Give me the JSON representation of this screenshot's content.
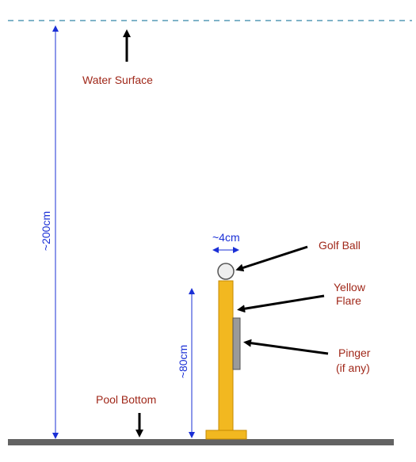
{
  "labels": {
    "water_surface": "Water Surface",
    "pool_bottom": "Pool Bottom",
    "golf_ball": "Golf Ball",
    "yellow_flare_line1": "Yellow",
    "yellow_flare_line2": "Flare",
    "pinger_line1": "Pinger",
    "pinger_line2": "(if any)"
  },
  "dimensions": {
    "depth": "~200cm",
    "flare_height": "~80cm",
    "ball_diameter": "~4cm"
  },
  "colors": {
    "label_text": "#a0281a",
    "dimension": "#1a2fd6",
    "water_line": "#7fb3c8",
    "floor": "#636363",
    "flare_fill": "#f2b820",
    "flare_stroke": "#c58a00",
    "pinger_fill": "#9a9a9a",
    "ball_fill": "#eeeeee",
    "arrow": "#000000"
  }
}
